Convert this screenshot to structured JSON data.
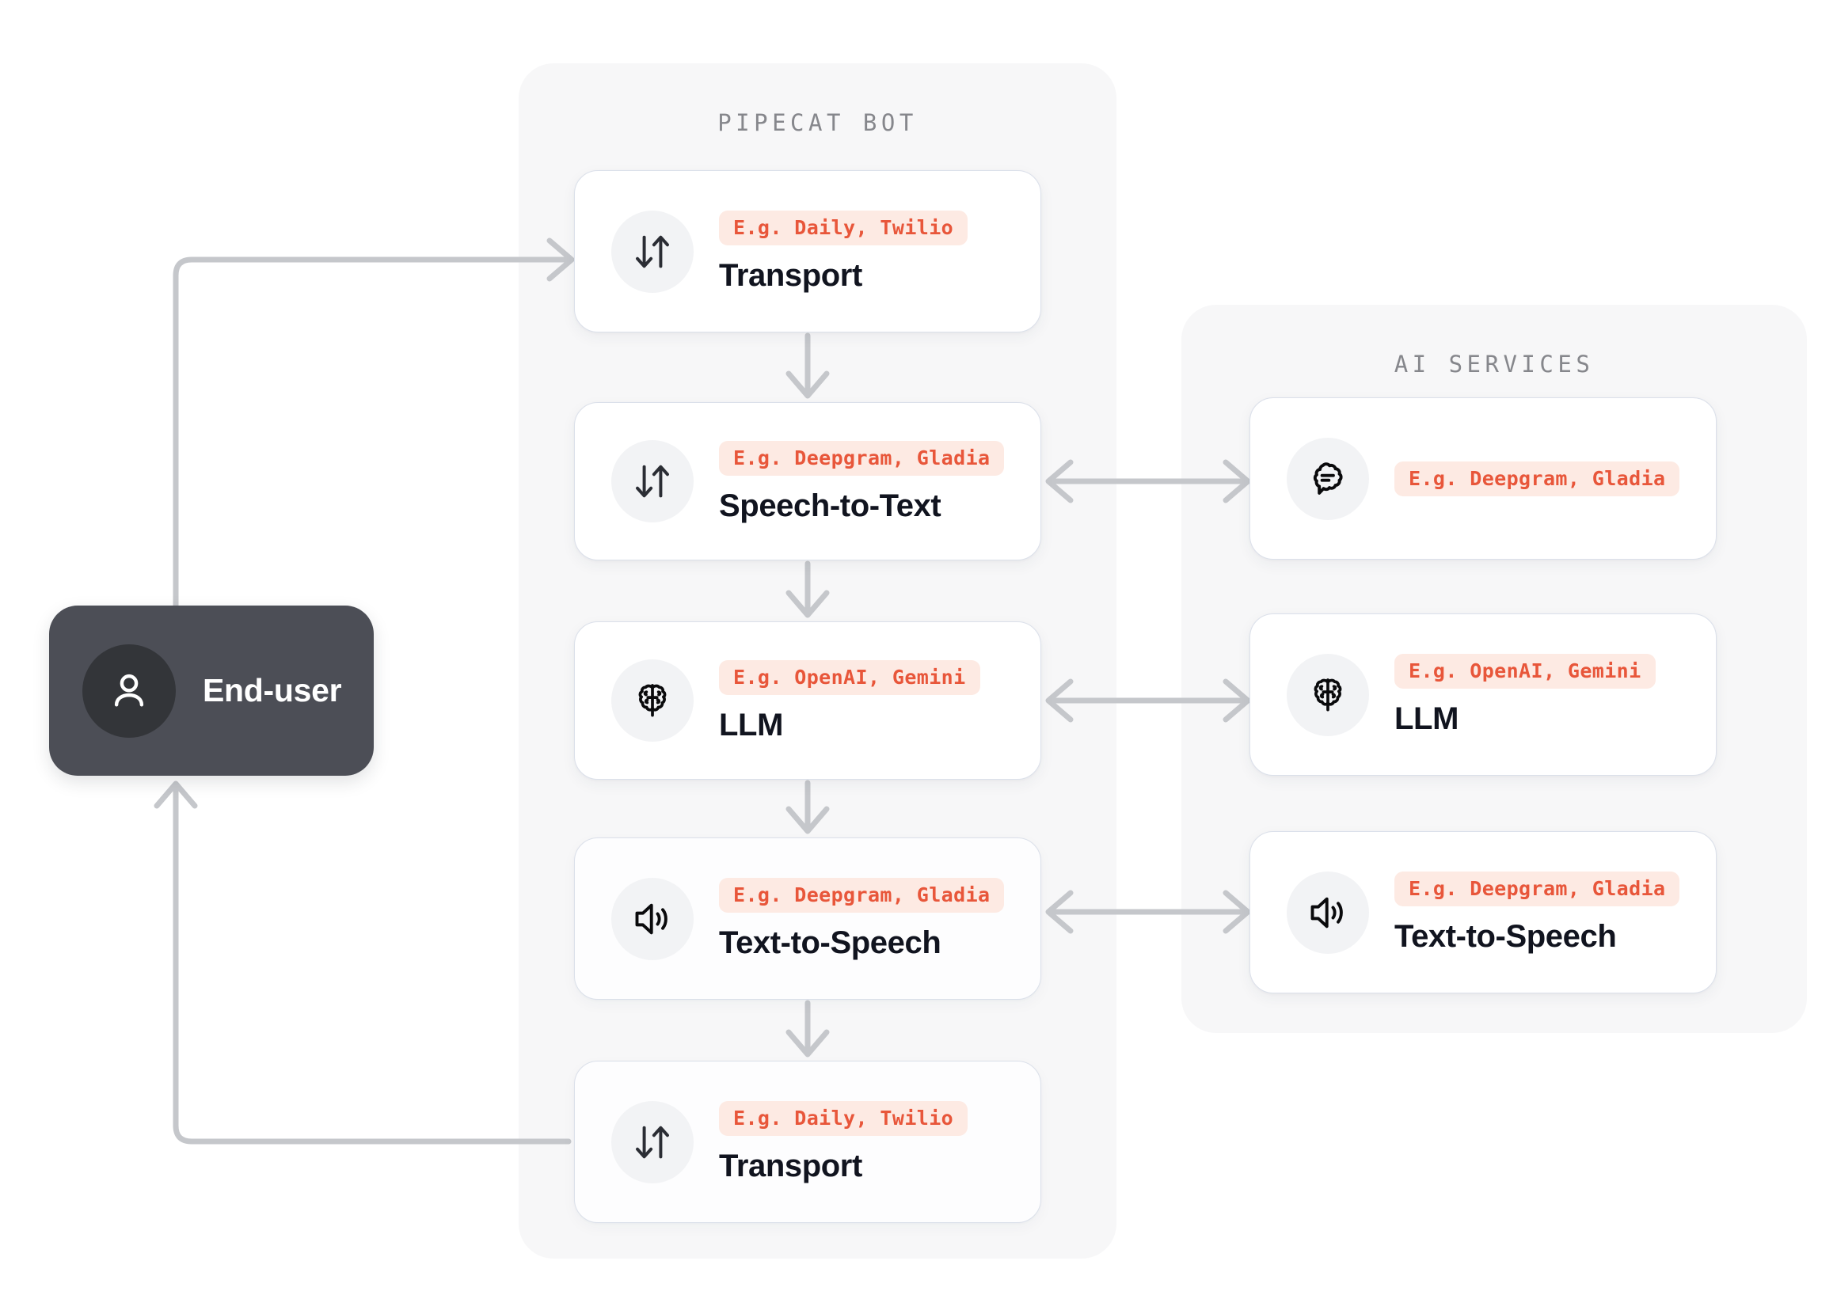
{
  "diagram": {
    "title": "Pipecat bot voice pipeline architecture",
    "colors": {
      "page_background": "#ffffff",
      "panel_background": "#f7f7f8",
      "card_background": "#ffffff",
      "card_border": "#dbe0ea",
      "badge_background": "#fdeae3",
      "badge_text": "#e8563a",
      "card_title_text": "#11141f",
      "panel_title_text": "#86878c",
      "connector": "#c5c7cb",
      "end_user_background": "#4c4e56",
      "end_user_avatar_background": "#333539",
      "end_user_text": "#ffffff",
      "icon_circle_background": "#f2f3f5"
    }
  },
  "end_user": {
    "label": "End-user",
    "icon": "person-icon"
  },
  "panels": {
    "bot": {
      "title": "PIPECAT BOT",
      "cards": [
        {
          "id": "transport-in",
          "icon": "transport-arrows-icon",
          "badge": "E.g. Daily, Twilio",
          "title": "Transport"
        },
        {
          "id": "speech-to-text",
          "icon": "transport-arrows-icon",
          "badge": "E.g. Deepgram, Gladia",
          "title": "Speech-to-Text"
        },
        {
          "id": "llm",
          "icon": "brain-icon",
          "badge": "E.g. OpenAI, Gemini",
          "title": "LLM"
        },
        {
          "id": "text-to-speech",
          "icon": "speaker-icon",
          "badge": "E.g. Deepgram, Gladia",
          "title": "Text-to-Speech"
        },
        {
          "id": "transport-out",
          "icon": "transport-arrows-icon",
          "badge": "E.g. Daily, Twilio",
          "title": "Transport"
        }
      ]
    },
    "ai_services": {
      "title": "AI SERVICES",
      "cards": [
        {
          "id": "ai-speech-to-text",
          "icon": "speech-bubble-icon",
          "badge": "E.g. Deepgram, Gladia",
          "title": ""
        },
        {
          "id": "ai-llm",
          "icon": "brain-icon",
          "badge": "E.g. OpenAI, Gemini",
          "title": "LLM"
        },
        {
          "id": "ai-text-to-speech",
          "icon": "speaker-icon",
          "badge": "E.g. Deepgram, Gladia",
          "title": "Text-to-Speech"
        }
      ]
    }
  },
  "connectors": [
    {
      "id": "end-user-to-transport-in",
      "from": "end-user",
      "to": "transport-in",
      "direction": "one-way"
    },
    {
      "id": "transport-in-to-stt",
      "from": "transport-in",
      "to": "speech-to-text",
      "direction": "one-way"
    },
    {
      "id": "stt-to-llm",
      "from": "speech-to-text",
      "to": "llm",
      "direction": "one-way"
    },
    {
      "id": "llm-to-tts",
      "from": "llm",
      "to": "text-to-speech",
      "direction": "one-way"
    },
    {
      "id": "tts-to-transport-out",
      "from": "text-to-speech",
      "to": "transport-out",
      "direction": "one-way"
    },
    {
      "id": "transport-out-to-end-user",
      "from": "transport-out",
      "to": "end-user",
      "direction": "one-way"
    },
    {
      "id": "stt-to-ai-stt",
      "from": "speech-to-text",
      "to": "ai-speech-to-text",
      "direction": "two-way"
    },
    {
      "id": "llm-to-ai-llm",
      "from": "llm",
      "to": "ai-llm",
      "direction": "two-way"
    },
    {
      "id": "tts-to-ai-tts",
      "from": "text-to-speech",
      "to": "ai-text-to-speech",
      "direction": "two-way"
    }
  ]
}
